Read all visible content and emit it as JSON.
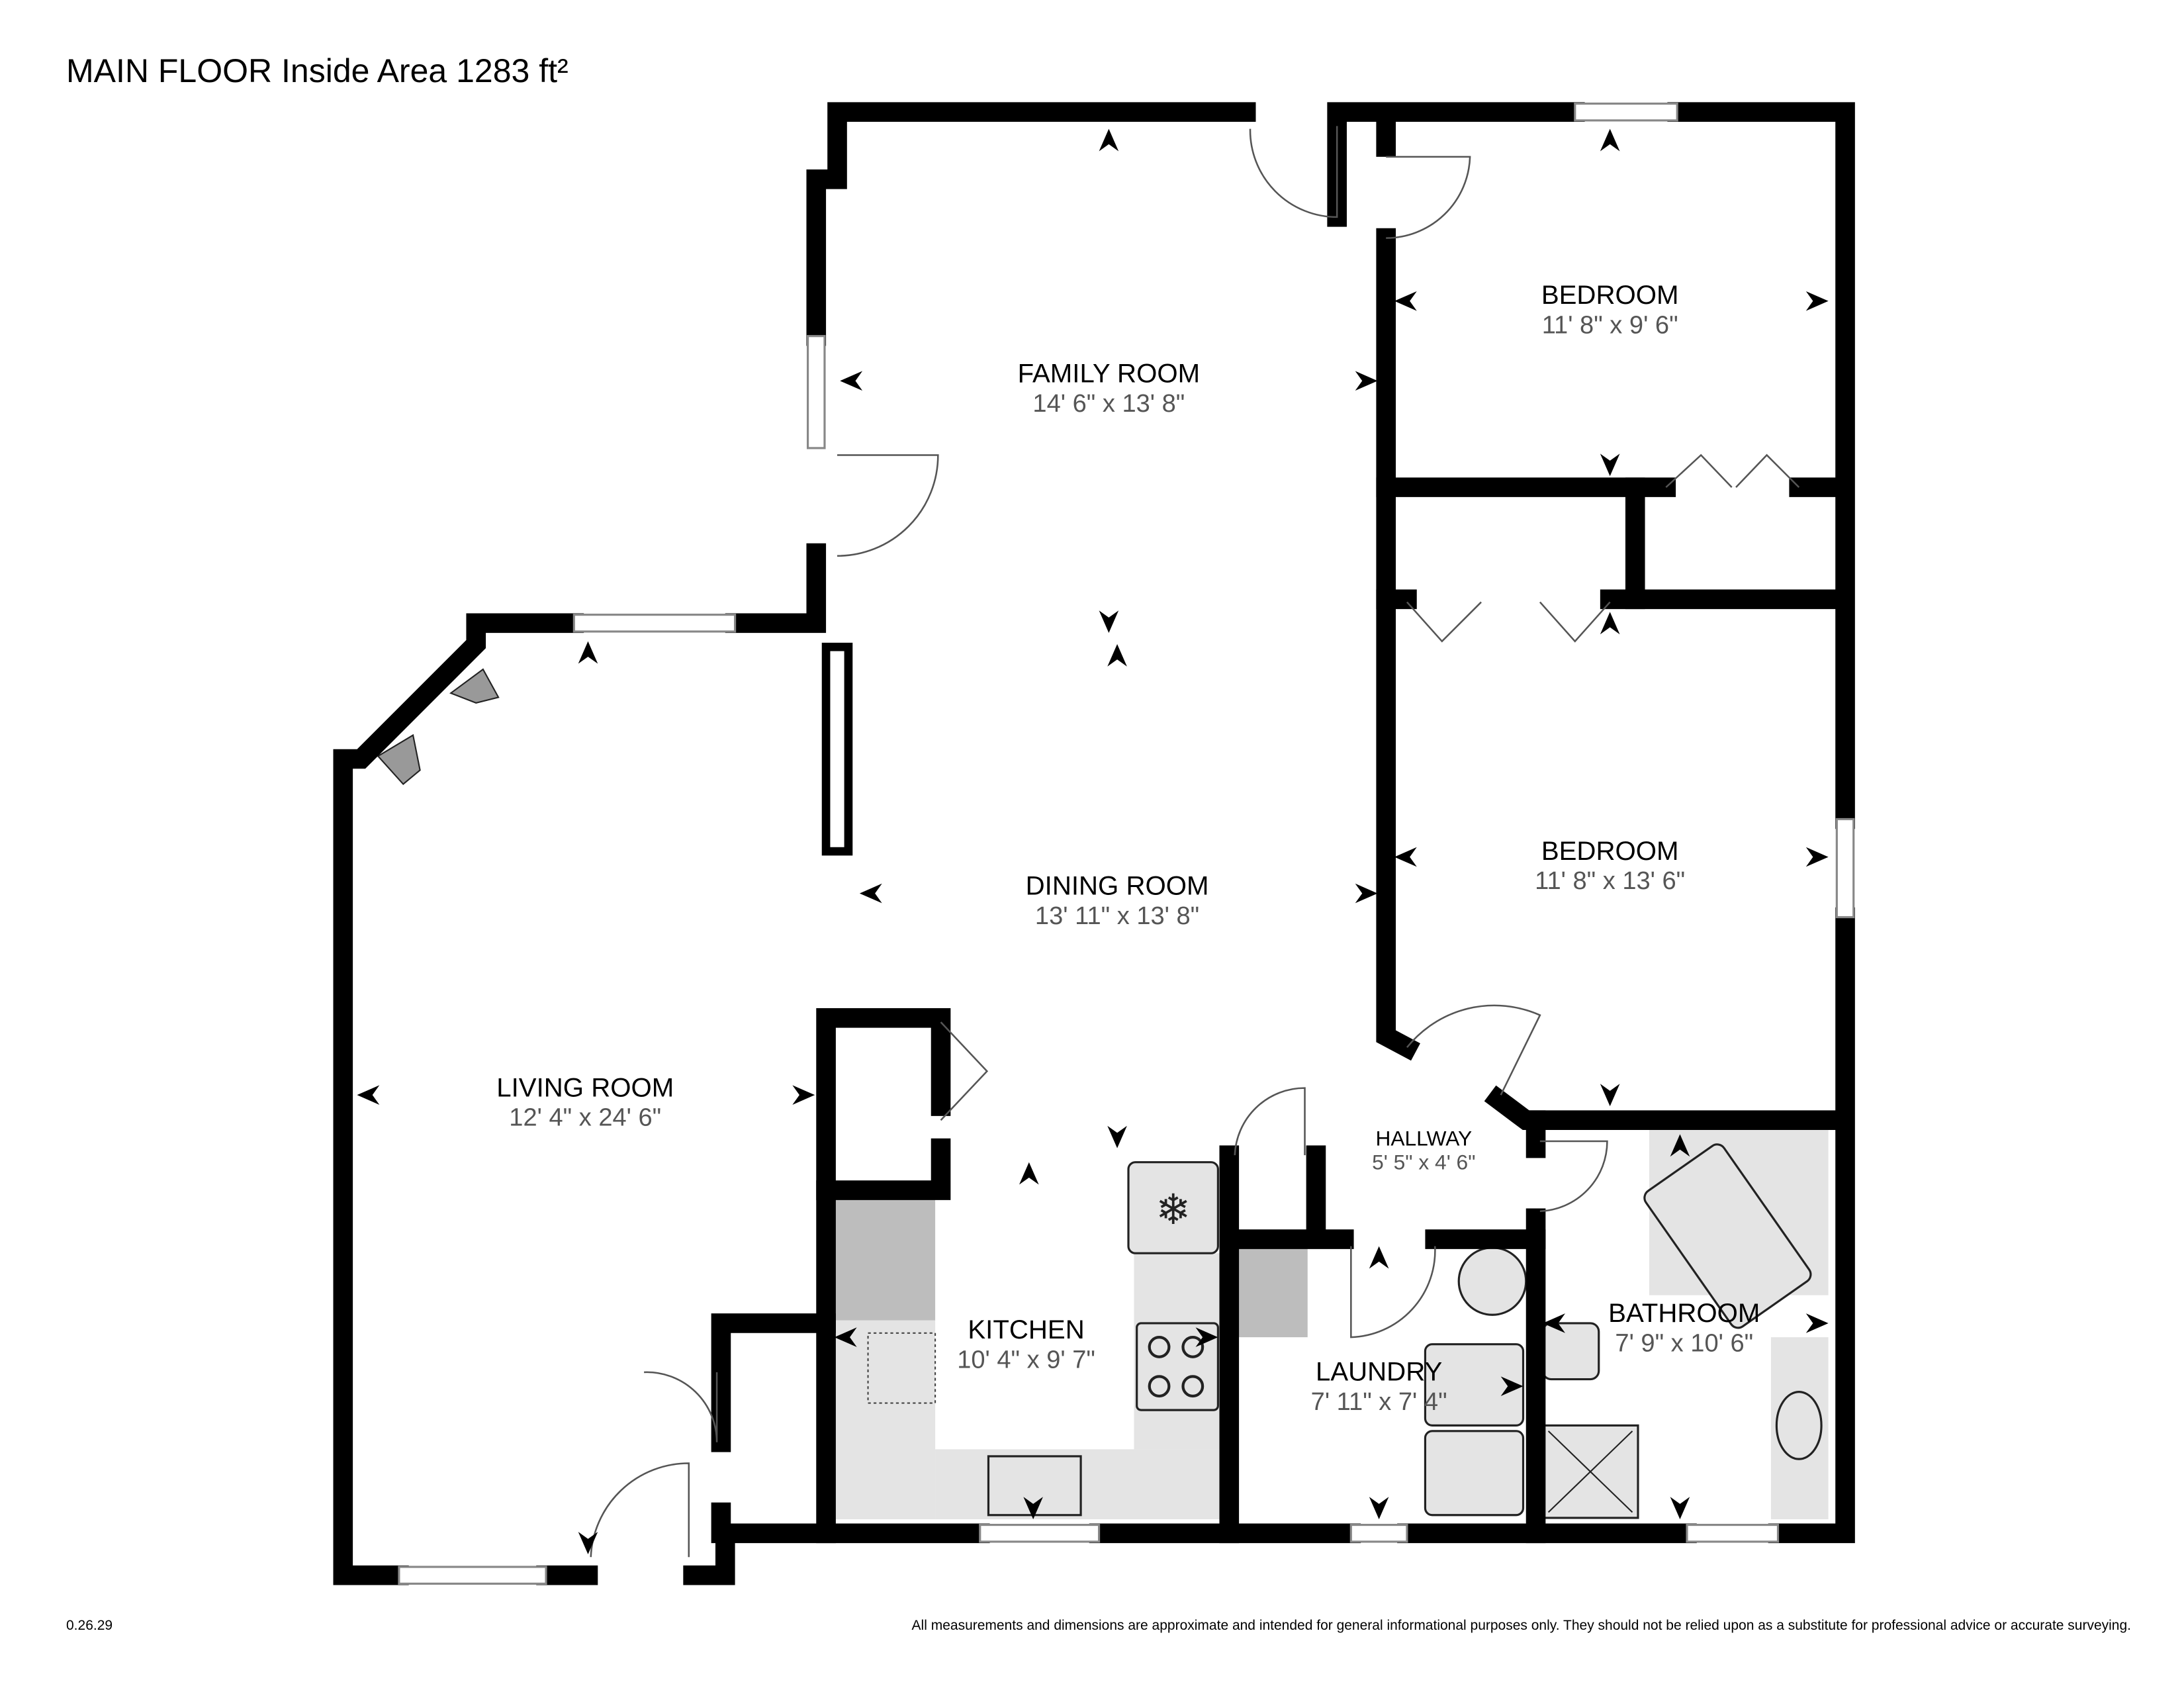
{
  "header": {
    "title": "MAIN FLOOR Inside Area 1283 ft²"
  },
  "footer": {
    "version": "0.26.29",
    "disclaimer": "All measurements and dimensions are approximate and intended for general informational purposes only. They should not be relied upon as a substitute for professional advice or accurate surveying."
  },
  "rooms": [
    {
      "name": "FAMILY ROOM",
      "dims": "14' 6\" x 13' 8\""
    },
    {
      "name": "BEDROOM",
      "dims": "11' 8\" x 9' 6\""
    },
    {
      "name": "BEDROOM",
      "dims": "11' 8\" x 13' 6\""
    },
    {
      "name": "DINING ROOM",
      "dims": "13' 11\" x 13' 8\""
    },
    {
      "name": "LIVING ROOM",
      "dims": "12' 4\" x 24' 6\""
    },
    {
      "name": "HALLWAY",
      "dims": "5' 5\" x 4' 6\""
    },
    {
      "name": "KITCHEN",
      "dims": "10' 4\" x 9' 7\""
    },
    {
      "name": "LAUNDRY",
      "dims": "7' 11\" x 7' 4\""
    },
    {
      "name": "BATHROOM",
      "dims": "7' 9\" x 10' 6\""
    }
  ]
}
